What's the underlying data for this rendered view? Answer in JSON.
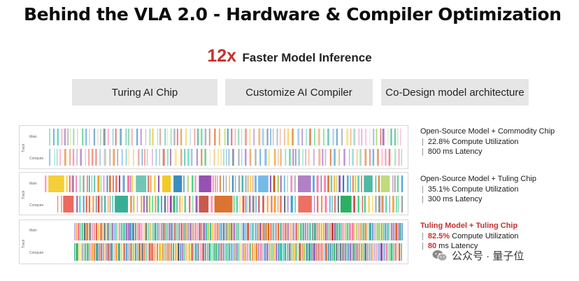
{
  "title": "Behind the VLA 2.0 - Hardware & Compiler Optimization",
  "headline": {
    "multiplier": "12x",
    "text": "Faster Model Inference"
  },
  "boxes": [
    {
      "label": "Turing AI Chip"
    },
    {
      "label": "Customize AI Compiler"
    },
    {
      "label": "Co-Design model architecture"
    }
  ],
  "panels": [
    {
      "y_label": "Track",
      "rows": [
        "Main",
        "Compute"
      ],
      "title": "Open-Source Model + Commodity Chip",
      "util_value": "22.8%",
      "util_text": "Compute Utilization",
      "lat_value": "800",
      "lat_text": "ms Latency",
      "density": 0.35,
      "highlight": false
    },
    {
      "y_label": "Track",
      "rows": [
        "Main",
        "Compute"
      ],
      "title": "Open-Source Model + Tuling Chip",
      "util_value": "35.1%",
      "util_text": "Compute Utilization",
      "lat_value": "300",
      "lat_text": "ms Latency",
      "density": 0.55,
      "highlight": false
    },
    {
      "y_label": "Track",
      "rows": [
        "Main",
        "Compute"
      ],
      "title": "Tuling Model + Tuling Chip",
      "util_value": "82.5%",
      "util_text": "Compute Utilization",
      "lat_value": "80",
      "lat_text": "ms Latency",
      "density": 0.9,
      "highlight": true
    }
  ],
  "watermark": {
    "text": "公众号 · 量子位"
  },
  "colors": {
    "accent": "#c8302c",
    "palette": [
      "#e74c3c",
      "#3498db",
      "#2ecc71",
      "#9b59b6",
      "#f1c40f",
      "#1abc9c",
      "#e67e22",
      "#34495e",
      "#ff6fa6",
      "#16a085",
      "#8e44ad",
      "#f39c12",
      "#27ae60",
      "#2980b9",
      "#d35400",
      "#c0392b",
      "#7f8c8d",
      "#a3c93a"
    ]
  }
}
